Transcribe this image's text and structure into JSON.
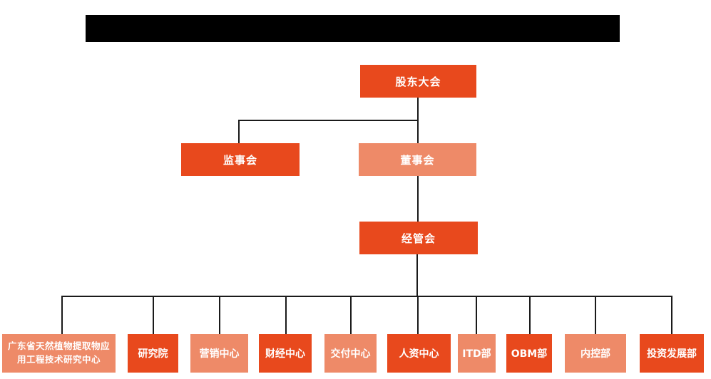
{
  "colors": {
    "primary_box": "#e8491d",
    "secondary_box": "#ee8a68",
    "connector": "#1a1a1a",
    "redacted_bar": "#000000",
    "box_text": "#ffffff",
    "background": "#ffffff"
  },
  "org_chart": {
    "redacted_title": "",
    "root": {
      "label": "股东大会",
      "variant": "primary"
    },
    "level2": [
      {
        "label": "监事会",
        "variant": "primary"
      },
      {
        "label": "董事会",
        "variant": "secondary"
      }
    ],
    "level3": {
      "label": "经管会",
      "variant": "primary"
    },
    "departments": [
      {
        "label": "广东省天然植物提取物应用工程技术研究中心",
        "variant": "secondary"
      },
      {
        "label": "研究院",
        "variant": "primary"
      },
      {
        "label": "营销中心",
        "variant": "secondary"
      },
      {
        "label": "财经中心",
        "variant": "primary"
      },
      {
        "label": "交付中心",
        "variant": "secondary"
      },
      {
        "label": "人资中心",
        "variant": "primary"
      },
      {
        "label": "ITD部",
        "variant": "secondary"
      },
      {
        "label": "OBM部",
        "variant": "primary"
      },
      {
        "label": "内控部",
        "variant": "secondary"
      },
      {
        "label": "投资发展部",
        "variant": "primary"
      }
    ]
  }
}
